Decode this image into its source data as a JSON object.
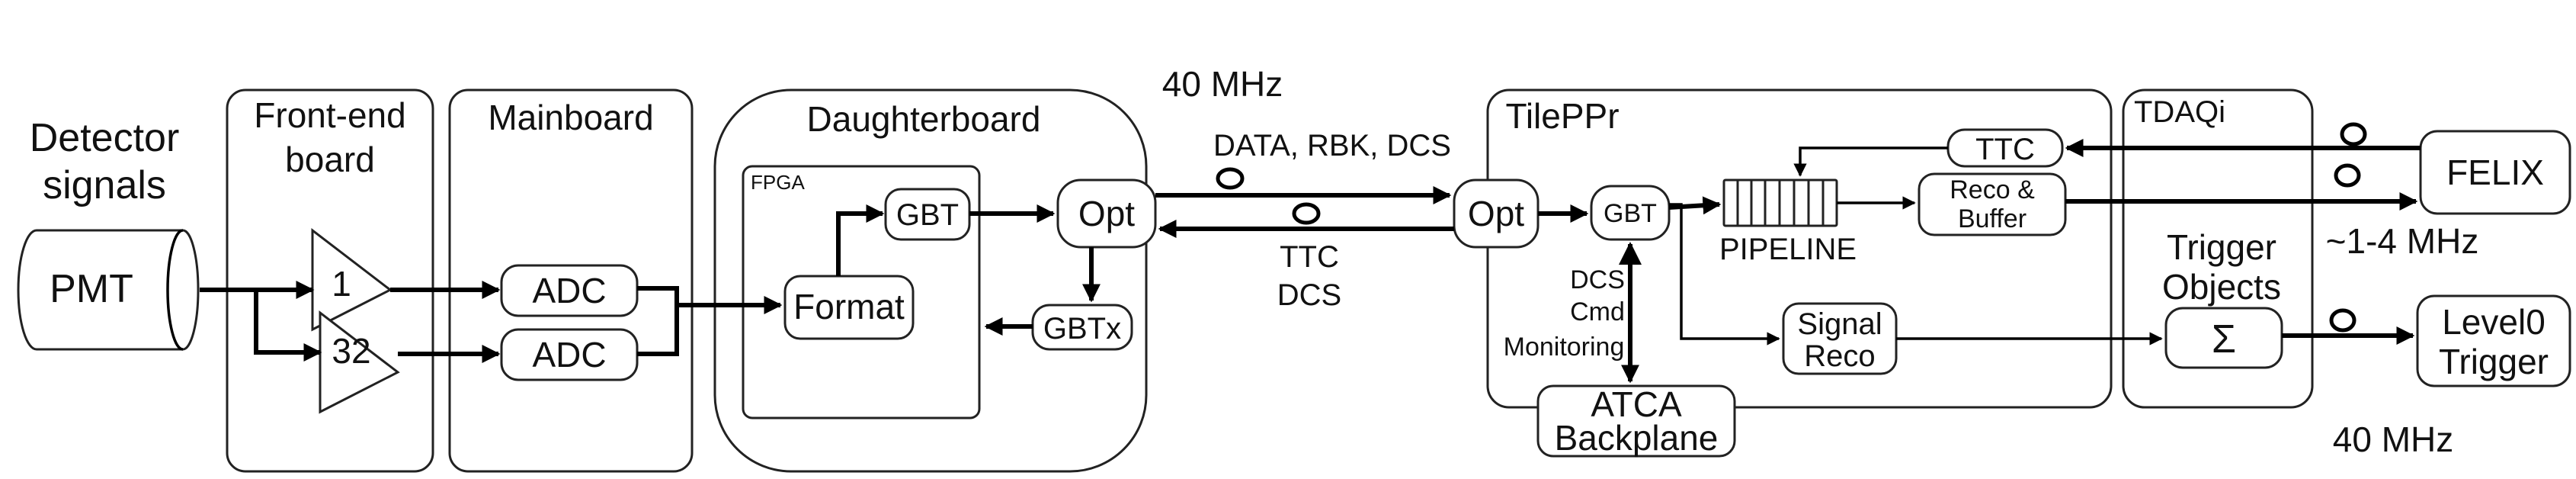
{
  "detector_signals": {
    "line1": "Detector",
    "line2": "signals"
  },
  "pmt": "PMT",
  "front_end": {
    "title_line1": "Front-end",
    "title_line2": "board",
    "gain_high": "1",
    "gain_low": "32"
  },
  "mainboard": {
    "title": "Mainboard",
    "adc_label": "ADC"
  },
  "daughterboard": {
    "title": "Daughterboard",
    "fpga_label": "FPGA",
    "gbt": "GBT",
    "format": "Format",
    "opt": "Opt",
    "gbtx": "GBTx"
  },
  "link": {
    "freq_40": "40 MHz",
    "uplink_label": "DATA, RBK, DCS",
    "downlink_line1": "TTC",
    "downlink_line2": "DCS"
  },
  "tileppr": {
    "title": "TilePPr",
    "opt": "Opt",
    "gbt": "GBT",
    "pipeline": "PIPELINE",
    "ttc": "TTC",
    "reco_buffer_line1": "Reco &",
    "reco_buffer_line2": "Buffer",
    "signal_reco_line1": "Signal",
    "signal_reco_line2": "Reco",
    "dcs_line1": "DCS",
    "dcs_line2": "Cmd",
    "dcs_line3": "Monitoring",
    "atca_line1": "ATCA",
    "atca_line2": "Backplane"
  },
  "tdaqi": {
    "title": "TDAQi",
    "trigger_objects_line1": "Trigger",
    "trigger_objects_line2": "Objects",
    "sigma": "Σ"
  },
  "felix": "FELIX",
  "freq_felix": "~1-4 MHz",
  "level0_line1": "Level0",
  "level0_line2": "Trigger",
  "freq_level0": "40 MHz"
}
